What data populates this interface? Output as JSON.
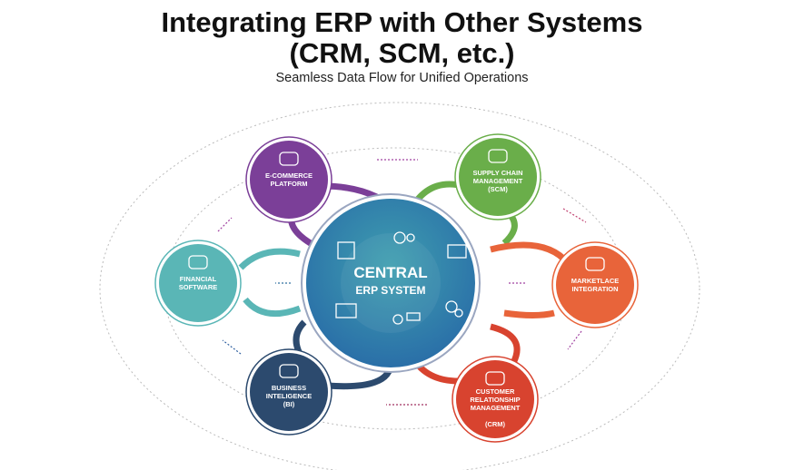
{
  "title": {
    "line1": "Integrating ERP with Other Systems",
    "line2": "(CRM, SCM, etc.)"
  },
  "subtitle": "Seamless Data Flow for Unified Operations",
  "center": {
    "line1": "CENTRAL",
    "line2": "ERP SYSTEM",
    "color": "#2f86a8"
  },
  "nodes": [
    {
      "id": "ecommerce",
      "lines": [
        "E-COMMERCE",
        "PLATFORM"
      ],
      "color": "#7b3f98",
      "icon": "cloud-icon"
    },
    {
      "id": "scm",
      "lines": [
        "SUPPLY CHAIN",
        "MANAGEMENT",
        "(SCM)"
      ],
      "color": "#6aae4a",
      "icon": "truck-icon"
    },
    {
      "id": "marketplace",
      "lines": [
        "MARKETLACE",
        "INTEGRATION"
      ],
      "color": "#e8643a",
      "icon": "cart-icon"
    },
    {
      "id": "crm",
      "lines": [
        "CUSTOMER",
        "RELATIONSHIP",
        "MANAGEMENT",
        "",
        "(CRM)"
      ],
      "color": "#d8432f",
      "icon": "users-icon"
    },
    {
      "id": "bi",
      "lines": [
        "BUSINESS",
        "INTELIGENCE",
        "(BI)"
      ],
      "color": "#2c4a6e",
      "icon": "database-icon"
    },
    {
      "id": "financial",
      "lines": [
        "FINANCIAL",
        "SOFTWARE"
      ],
      "color": "#5ab6b6",
      "icon": "calculator-icon"
    }
  ]
}
